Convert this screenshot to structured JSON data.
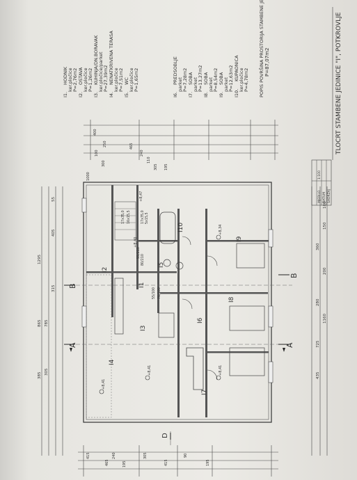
{
  "legend": {
    "title": "POPIS POVRŠINA PROSTORIJA STAMBENE JEDINICE \"I\"",
    "items": [
      {
        "code": "I1.",
        "name": "HODNIK",
        "floor": "ker.pločice",
        "area": "P=2,76m2"
      },
      {
        "code": "I2.",
        "name": "OSTAVA",
        "floor": "ker.pločice",
        "area": "P=1,26m2"
      },
      {
        "code": "I3.",
        "name": "KUHINJA/DN.BORAVAK",
        "floor": "ker.pločice/parket",
        "area": "P=27,39m2"
      },
      {
        "code": "I4.",
        "name": "NENATKRIVENA TERASA",
        "floor": "ker.pločice",
        "area": "P=7,51m2"
      },
      {
        "code": "I5.",
        "name": "WC",
        "floor": "ker.pločice",
        "area": "P=1,65m2"
      },
      {
        "code": "I6.",
        "name": "PREDSOBLJE",
        "floor": "parket",
        "area": "P=7,28m2"
      },
      {
        "code": "I7.",
        "name": "SOBA",
        "floor": "parket",
        "area": "P=13,27m2"
      },
      {
        "code": "I8.",
        "name": "SOBA",
        "floor": "parket",
        "area": "P=8,54m2"
      },
      {
        "code": "I9.",
        "name": "SOBA",
        "floor": "parket",
        "area": "P=12,63m2"
      },
      {
        "code": "I10.",
        "name": "KUPAONICA",
        "floor": "ker.pločice",
        "area": "P=4,78m2"
      }
    ],
    "total": "P=87,07m2"
  },
  "title_block": {
    "title": "TLOCRT STAMBENE JEDINICE \"I\", POTKROVLJE",
    "scale_label": "MJERILO",
    "scale": "1:100",
    "date_label": "DATUM",
    "sheet_label": "SADRŽAJ"
  },
  "rooms": [
    "I1",
    "I2",
    "I3",
    "I4",
    "I5",
    "I6",
    "I7",
    "I8",
    "I9",
    "I10"
  ],
  "section_marks": [
    "A",
    "A",
    "B",
    "B",
    "D"
  ],
  "levels": [
    "+8,41",
    "+8,41",
    "+8,41",
    "+8,34",
    "+8,40",
    "+8,47"
  ],
  "dimensions": {
    "top": [
      "385",
      "305",
      "865",
      "785",
      "315",
      "405",
      "55",
      "1295"
    ],
    "left": [
      "435",
      "725",
      "280",
      "200",
      "360",
      "1160",
      "150",
      "100"
    ],
    "bottom": [
      "1000",
      "400",
      "250",
      "100",
      "300",
      "465",
      "240",
      "110",
      "305",
      "195"
    ],
    "right": [
      "415",
      "465",
      "240",
      "195",
      "305",
      "415",
      "90",
      "195"
    ],
    "openings": [
      "17x35,0",
      "16x15,5",
      "17x35,0",
      "5x15,5",
      "55/100",
      "76/100",
      "55/210",
      "80/210"
    ]
  }
}
